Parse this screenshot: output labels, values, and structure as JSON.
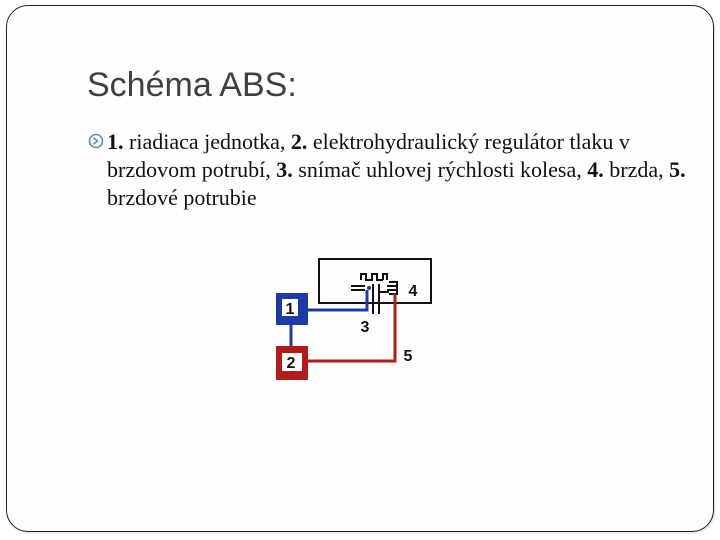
{
  "slide": {
    "title": "Schéma ABS:",
    "bullet": {
      "icon": "circled-arrow-bullet-icon",
      "segments": [
        {
          "text": "1.",
          "bold": true
        },
        {
          "text": " riadiaca jednotka, ",
          "bold": false
        },
        {
          "text": "2.",
          "bold": true
        },
        {
          "text": " elektrohydraulický regulátor tlaku v brzdovom potrubí, ",
          "bold": false
        },
        {
          "text": "3.",
          "bold": true
        },
        {
          "text": " snímač uhlovej rýchlosti kolesa, ",
          "bold": false
        },
        {
          "text": "4.",
          "bold": true
        },
        {
          "text": " brzda, ",
          "bold": false
        },
        {
          "text": "5.",
          "bold": true
        },
        {
          "text": " brzdové potrubie",
          "bold": false
        }
      ]
    }
  },
  "diagram": {
    "labels": {
      "unit1": "1",
      "unit2": "2",
      "sensor": "3",
      "brake": "4",
      "pipe": "5"
    },
    "colors": {
      "control_unit": "#1d3aa8",
      "regulator": "#b31b1b",
      "frame": "#111111"
    }
  }
}
